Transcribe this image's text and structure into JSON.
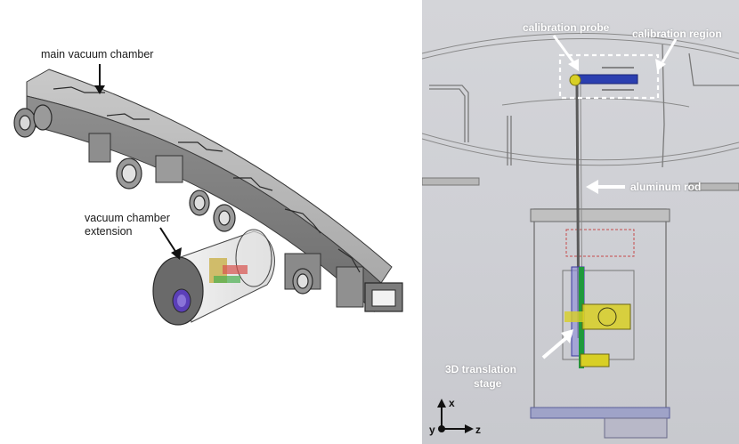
{
  "left_panel": {
    "labels": {
      "main_chamber": "main vacuum chamber",
      "extension_line1": "vacuum chamber",
      "extension_line2": "extension"
    }
  },
  "right_panel": {
    "labels": {
      "calibration_probe": "calibration probe",
      "calibration_region": "calibration region",
      "aluminum_rod": "aluminum rod",
      "translation_line1": "3D translation",
      "translation_line2": "stage"
    },
    "axes": {
      "x": "x",
      "y": "y",
      "z": "z"
    }
  },
  "colors": {
    "cad_gray": "#9a9a9a",
    "probe_blue": "#2b3fb0",
    "stage_green": "#1f9a3c",
    "stage_yellow": "#d8cf25",
    "lens_purple": "#5b3fb8"
  }
}
